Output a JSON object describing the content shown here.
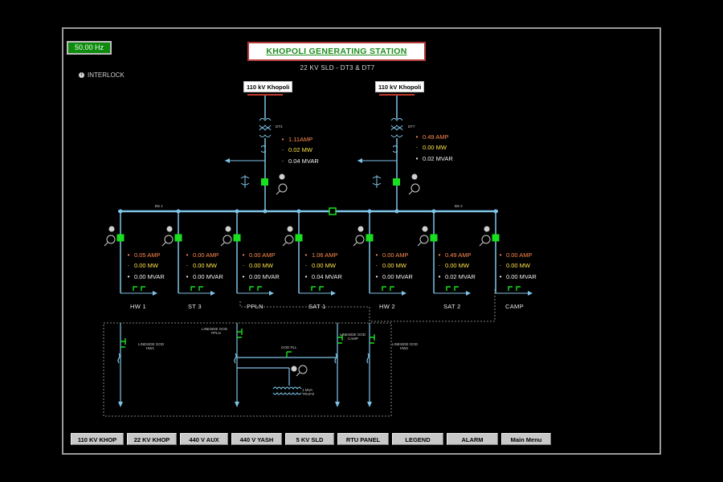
{
  "frequency": {
    "value": "50.00",
    "unit": "Hz"
  },
  "header": {
    "title": "KHOPOLI GENERATING STATION",
    "subtitle": "22 KV SLD - DT3 & DT7"
  },
  "interlock": {
    "label": "INTERLOCK"
  },
  "sources": [
    {
      "label": "110 kV Khopoli",
      "transformer": "DT3",
      "amp": "1.11AMP",
      "mw": "0.02 MW",
      "mvar": "0.04 MVAR"
    },
    {
      "label": "110 kV Khopoli",
      "transformer": "DT7",
      "amp": "0.49 AMP",
      "mw": "0.00 MW",
      "mvar": "0.02 MVAR"
    }
  ],
  "buses": {
    "left": "BS 1",
    "right": "BS 2"
  },
  "feeders": [
    {
      "name": "HW 1",
      "amp": "0.05 AMP",
      "mw": "0.00 MW",
      "mvar": "0.00 MVAR"
    },
    {
      "name": "ST 3",
      "amp": "0.00 AMP",
      "mw": "0.00 MW",
      "mvar": "0.00 MVAR"
    },
    {
      "name": "PPLN",
      "amp": "0.00 AMP",
      "mw": "0.00 MW",
      "mvar": "0.00 MVAR"
    },
    {
      "name": "SAT 1",
      "amp": "1.06 AMP",
      "mw": "0.00 MW",
      "mvar": "0.04 MVAR"
    },
    {
      "name": "HW 2",
      "amp": "0.00 AMP",
      "mw": "0.00 MW",
      "mvar": "0.00 MVAR"
    },
    {
      "name": "SAT 2",
      "amp": "0.49 AMP",
      "mw": "0.00 MW",
      "mvar": "0.02 MVAR"
    },
    {
      "name": "CAMP",
      "amp": "0.00 AMP",
      "mw": "0.00 MW",
      "mvar": "0.00 MVAR"
    }
  ],
  "lower": {
    "linside_hw1": [
      "LINESIDE GOD",
      "HW1"
    ],
    "linside_ppln": [
      "LINESIDE GOD",
      "PPLN"
    ],
    "god_pll": "GOD PLL",
    "linside_camp": [
      "LINESIDE GOD",
      "CAMP"
    ],
    "linside_hw2": [
      "LINESIDE GOD",
      "HW2"
    ],
    "trafo": [
      "1 MVA",
      "TRAFO"
    ]
  },
  "nav": [
    "110 KV KHOP",
    "22 KV KHOP",
    "440 V AUX",
    "440 V YASH",
    "5 KV SLD",
    "RTU PANEL",
    "LEGEND",
    "ALARM",
    "Main Menu"
  ],
  "colors": {
    "bus": "#7fc4e8",
    "breaker": "#19e01e",
    "source_conductor": "#c0392b",
    "amp": "#ff8a50",
    "mw": "#ffe34a",
    "mvar": "#f2f2f2"
  }
}
